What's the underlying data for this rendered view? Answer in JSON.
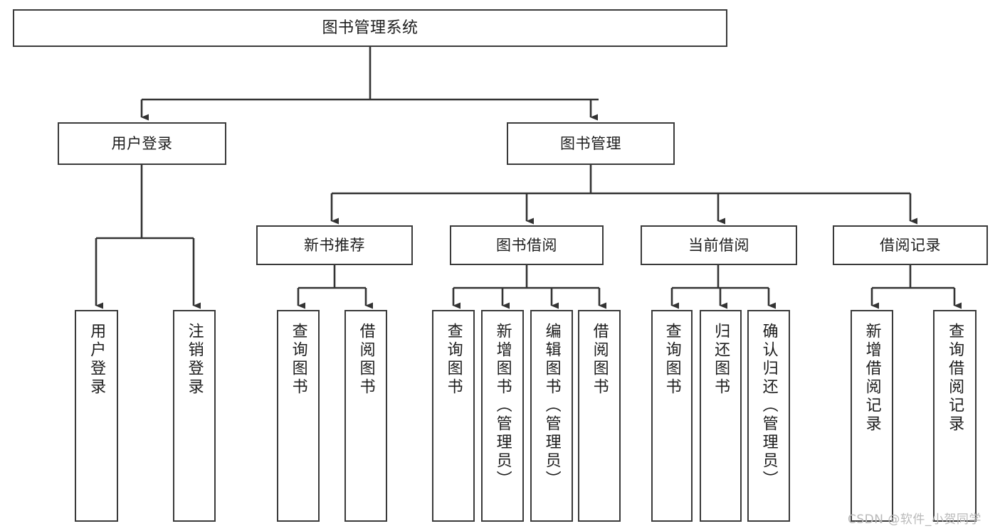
{
  "diagram": {
    "title": "图书管理系统",
    "type": "tree-structure-chart",
    "colors": {
      "box_border": "#3a3a3a",
      "box_fill": "#ffffff",
      "edge": "#333333",
      "text": "#1d1d1d",
      "watermark": "#b9b9b9",
      "background": "#ffffff"
    },
    "watermark": "CSDN @软件_小贺同学",
    "levels": {
      "root": "图书管理系统",
      "level2": [
        "用户登录",
        "图书管理"
      ],
      "level3": [
        "新书推荐",
        "图书借阅",
        "当前借阅",
        "借阅记录"
      ]
    },
    "nodes": {
      "root": {
        "label": "图书管理系统"
      },
      "user_login": {
        "label": "用户登录"
      },
      "book_manage": {
        "label": "图书管理"
      },
      "new_book_rec": {
        "label": "新书推荐"
      },
      "book_borrow": {
        "label": "图书借阅"
      },
      "current_borrow": {
        "label": "当前借阅"
      },
      "borrow_record": {
        "label": "借阅记录"
      },
      "leaf_user_login": {
        "label": "用户登录"
      },
      "leaf_user_logout": {
        "label": "注销登录"
      },
      "leaf_query_book_1": {
        "label": "查询图书"
      },
      "leaf_borrow_book_1": {
        "label": "借阅图书"
      },
      "leaf_query_book_2": {
        "label": "查询图书"
      },
      "leaf_add_book": {
        "label": "新增图书（管理员）"
      },
      "leaf_edit_book": {
        "label": "编辑图书（管理员）"
      },
      "leaf_borrow_book_2": {
        "label": "借阅图书"
      },
      "leaf_query_book_3": {
        "label": "查询图书"
      },
      "leaf_return_book": {
        "label": "归还图书"
      },
      "leaf_confirm_return": {
        "label": "确认归还（管理员）"
      },
      "leaf_add_record": {
        "label": "新增借阅记录"
      },
      "leaf_query_record": {
        "label": "查询借阅记录"
      }
    }
  }
}
